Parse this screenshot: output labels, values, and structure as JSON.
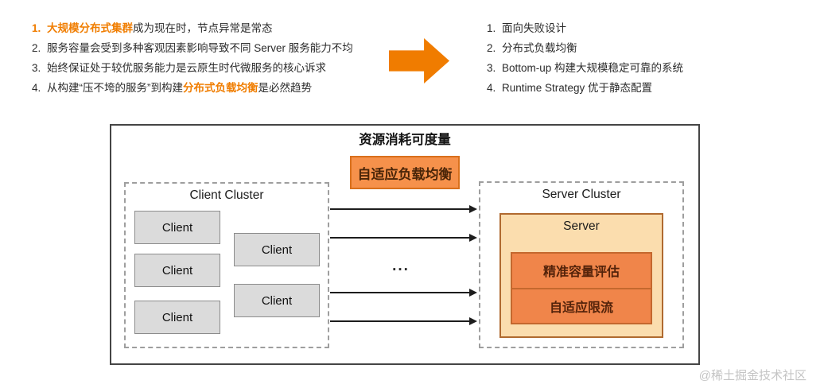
{
  "left_list": [
    {
      "num": "1.",
      "pre": "",
      "highlight": "大规模分布式集群",
      "post": "成为现在时，节点异常是常态"
    },
    {
      "num": "2.",
      "pre": "",
      "highlight": "",
      "post": "服务容量会受到多种客观因素影响导致不同 Server 服务能力不均"
    },
    {
      "num": "3.",
      "pre": "",
      "highlight": "",
      "post": "始终保证处于较优服务能力是云原生时代微服务的核心诉求"
    },
    {
      "num": "4.",
      "pre": "从构建“压不垮的服务”到构建",
      "highlight": "分布式负载均衡",
      "post": "是必然趋势"
    }
  ],
  "right_list": [
    {
      "num": "1.",
      "text": "面向失败设计"
    },
    {
      "num": "2.",
      "text": "分布式负载均衡"
    },
    {
      "num": "3.",
      "text": "Bottom-up 构建大规模稳定可靠的系统"
    },
    {
      "num": "4.",
      "text": "Runtime Strategy 优于静态配置"
    }
  ],
  "diagram": {
    "title": "资源消耗可度量",
    "badge_label": "自适应负载均衡",
    "client_cluster_label": "Client Cluster",
    "client_nodes": [
      "Client",
      "Client",
      "Client",
      "Client",
      "Client"
    ],
    "ellipsis": "...",
    "server_cluster_label": "Server Cluster",
    "server_label": "Server",
    "capabilities": [
      "精准容量评估",
      "自适应限流"
    ]
  },
  "watermark": "@稀土掘金技术社区",
  "colors": {
    "accent_orange": "#F07D00",
    "badge_fill": "#F6914B",
    "badge_border": "#D9701C",
    "server_fill": "#FBDDAE",
    "server_border": "#B06A30",
    "capability_fill": "#F0854A",
    "capability_border": "#C4682E",
    "client_fill": "#DBDBDB",
    "client_border": "#8C8C8C",
    "dashed_border": "#9E9E9E",
    "watermark_gray": "#C4C4C4"
  }
}
